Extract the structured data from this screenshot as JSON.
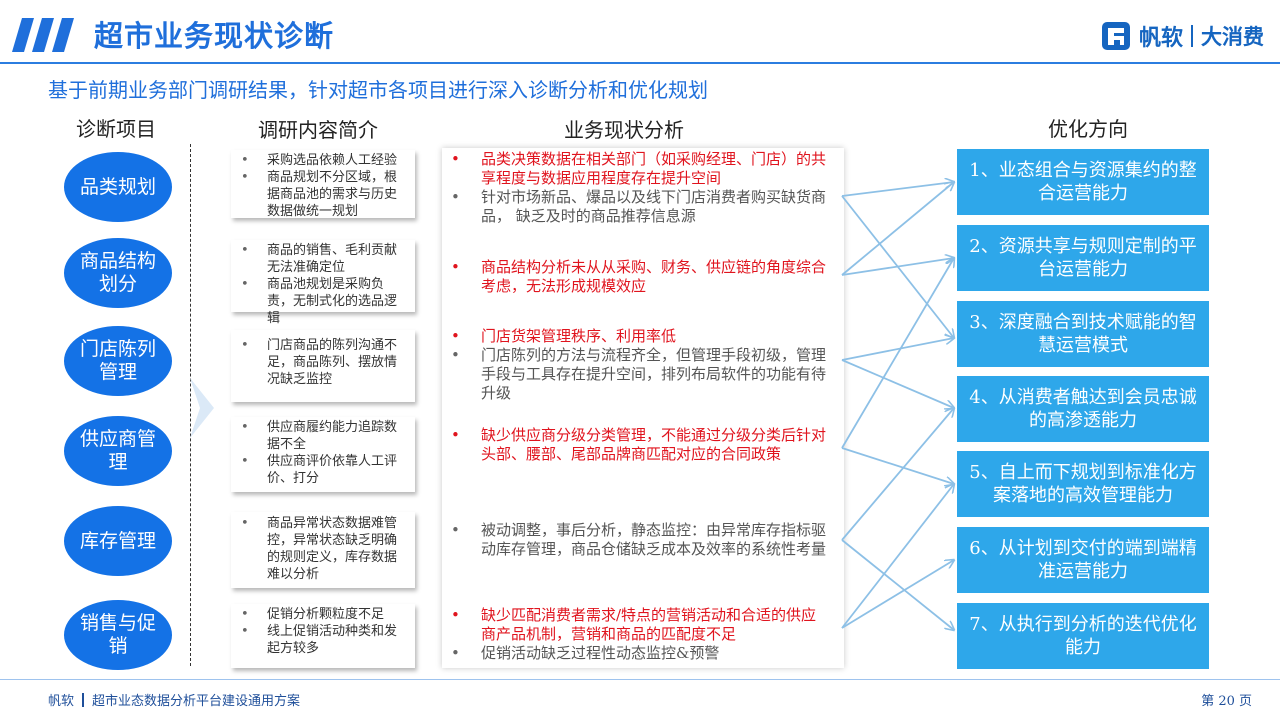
{
  "header": {
    "title": "超市业务现状诊断",
    "logo_brand": "帆软",
    "logo_sub": "大消费",
    "subtitle": "基于前期业务部门调研结果，针对超市各项目进行深入诊断分析和优化规划"
  },
  "columns": {
    "item": "诊断项目",
    "intro": "调研内容简介",
    "analysis": "业务现状分析",
    "direction": "优化方向"
  },
  "rows": [
    {
      "item": "品类规划",
      "intro": [
        "采购选品依赖人工经验",
        "商品规划不分区域，根据商品池的需求与历史数据做统一规划"
      ],
      "analysis": [
        {
          "type": "red",
          "text": "品类决策数据在相关部门（如采购经理、门店）的共享程度与数据应用程度存在提升空间"
        },
        {
          "type": "gray",
          "text": "针对市场新品、爆品以及线下门店消费者购买缺货商品， 缺乏及时的商品推荐信息源"
        }
      ]
    },
    {
      "item": "商品结构划分",
      "intro": [
        "商品的销售、毛利贡献无法准确定位",
        "商品池规划是采购负责，无制式化的选品逻辑"
      ],
      "analysis": [
        {
          "type": "red",
          "text": "商品结构分析未从从采购、财务、供应链的角度综合考虑，无法形成规模效应"
        }
      ]
    },
    {
      "item": "门店陈列管理",
      "intro": [
        "门店商品的陈列沟通不足，商品陈列、摆放情况缺乏监控"
      ],
      "analysis": [
        {
          "type": "red",
          "text": "门店货架管理秩序、利用率低"
        },
        {
          "type": "gray",
          "text": "门店陈列的方法与流程齐全，但管理手段初级，管理手段与工具存在提升空间，排列布局软件的功能有待升级"
        }
      ]
    },
    {
      "item": "供应商管理",
      "intro": [
        "供应商履约能力追踪数据不全",
        "供应商评价依靠人工评价、打分"
      ],
      "analysis": [
        {
          "type": "red",
          "text": "缺少供应商分级分类管理，不能通过分级分类后针对头部、腰部、尾部品牌商匹配对应的合同政策"
        }
      ]
    },
    {
      "item": "库存管理",
      "intro": [
        "商品异常状态数据难管控，异常状态缺乏明确的规则定义，库存数据难以分析"
      ],
      "analysis": [
        {
          "type": "gray",
          "text": "被动调整，事后分析，静态监控：由异常库存指标驱动库存管理，商品仓储缺乏成本及效率的系统性考量"
        }
      ]
    },
    {
      "item": "销售与促销",
      "intro": [
        "促销分析颗粒度不足",
        "线上促销活动种类和发起方较多"
      ],
      "analysis": [
        {
          "type": "red",
          "text": "缺少匹配消费者需求/特点的营销活动和合适的供应商产品机制，营销和商品的匹配度不足"
        },
        {
          "type": "gray",
          "text": "促销活动缺乏过程性动态监控&预警"
        }
      ]
    }
  ],
  "directions": [
    "1、业态组合与资源集约的整合运营能力",
    "2、资源共享与规则定制的平台运营能力",
    "3、深度融合到技术赋能的智慧运营模式",
    "4、从消费者触达到会员忠诚的高渗透能力",
    "5、自上而下规划到标准化方案落地的高效管理能力",
    "6、从计划到交付的端到端精准运营能力",
    "7、从执行到分析的迭代优化能力"
  ],
  "footer": {
    "brand": "帆软",
    "doc_title": "超市业态数据分析平台建设通用方案",
    "page": "第 20 页"
  },
  "colors": {
    "brand_blue": "#1f6fdb",
    "oval_blue": "#1472e6",
    "direction_blue": "#2ea7ea",
    "red": "#e0141e",
    "arrow": "#8dc0e6"
  }
}
